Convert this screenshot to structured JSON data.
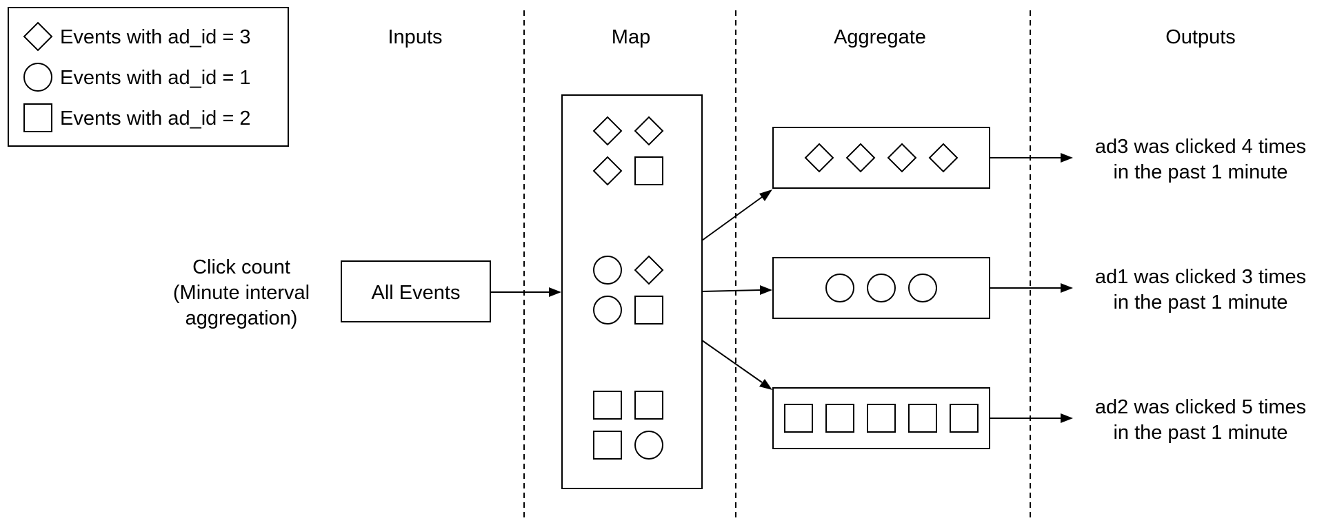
{
  "legend": {
    "items": [
      {
        "shape": "diamond",
        "label": "Events with ad_id = 3"
      },
      {
        "shape": "circle",
        "label": "Events with ad_id = 1"
      },
      {
        "shape": "square",
        "label": "Events with ad_id = 2"
      }
    ]
  },
  "columns": {
    "inputs": "Inputs",
    "map": "Map",
    "aggregate": "Aggregate",
    "outputs": "Outputs"
  },
  "source": {
    "lines": [
      "Click count",
      "(Minute interval",
      "aggregation)"
    ]
  },
  "input_node": {
    "label": "All Events"
  },
  "map_groups": [
    [
      "diamond",
      "diamond",
      "diamond",
      "square"
    ],
    [
      "circle",
      "diamond",
      "circle",
      "square"
    ],
    [
      "square",
      "square",
      "square",
      "circle"
    ]
  ],
  "aggregates": [
    {
      "shape": "diamond",
      "count": 4
    },
    {
      "shape": "circle",
      "count": 3
    },
    {
      "shape": "square",
      "count": 5
    }
  ],
  "outputs": [
    {
      "lines": [
        "ad3 was clicked 4 times",
        "in the past 1 minute"
      ]
    },
    {
      "lines": [
        "ad1 was clicked 3 times",
        "in the past 1 minute"
      ]
    },
    {
      "lines": [
        "ad2 was clicked 5 times",
        "in the past 1 minute"
      ]
    }
  ]
}
